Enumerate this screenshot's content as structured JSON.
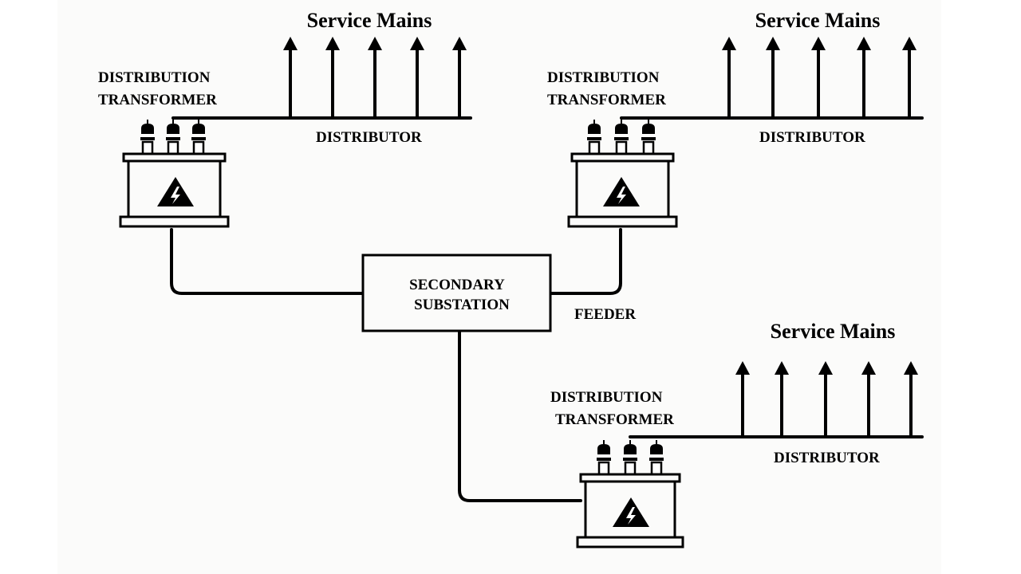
{
  "diagram": {
    "substation_label": [
      "SECONDARY",
      "SUBSTATION"
    ],
    "feeder_label": "FEEDER",
    "branches": [
      {
        "service_mains_label": "Service Mains",
        "transformer_label": [
          "DISTRIBUTION",
          "TRANSFORMER"
        ],
        "distributor_label": "DISTRIBUTOR"
      },
      {
        "service_mains_label": "Service Mains",
        "transformer_label": [
          "DISTRIBUTION",
          "TRANSFORMER"
        ],
        "distributor_label": "DISTRIBUTOR"
      },
      {
        "service_mains_label": "Service Mains",
        "transformer_label": [
          "DISTRIBUTION",
          "TRANSFORMER"
        ],
        "distributor_label": "DISTRIBUTOR"
      }
    ],
    "service_main_arrows_per_branch": 5,
    "bushings_per_transformer": 3,
    "symbol": "high-voltage-icon"
  }
}
